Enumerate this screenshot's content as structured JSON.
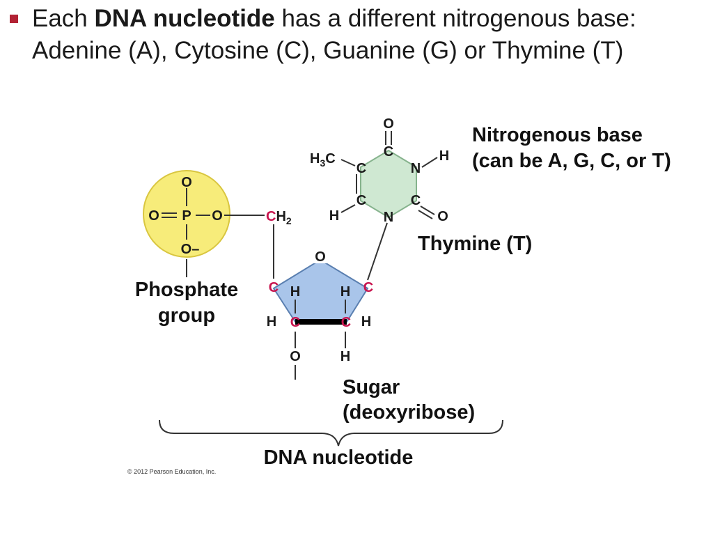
{
  "bullet": {
    "prefix": "Each ",
    "bold": "DNA nucleotide",
    "suffix": " has a different nitrogenous base: Adenine (A), Cytosine (C), Guanine (G) or Thymine (T)"
  },
  "labels": {
    "base_line1": "Nitrogenous base",
    "base_line2": "(can be A, G, C, or T)",
    "thymine": "Thymine (T)",
    "phosphate_line1": "Phosphate",
    "phosphate_line2": "group",
    "sugar_line1": "Sugar",
    "sugar_line2": "(deoxyribose)",
    "nucleotide": "DNA nucleotide",
    "copyright": "© 2012 Pearson Education, Inc."
  },
  "atoms": {
    "O": "O",
    "O_minus": "O–",
    "P": "P",
    "C": "C",
    "H": "H",
    "N": "N",
    "H3C_main": "H",
    "H3C_sub": "3",
    "H3C_tail": "C",
    "CH2_main": "H",
    "CH2_sub": "2"
  },
  "colors": {
    "phosphate_fill": "#f7ec7a",
    "phosphate_stroke": "#d9c640",
    "sugar_fill": "#a9c5ea",
    "sugar_stroke": "#5a7fb0",
    "base_fill": "#cfe8d2",
    "base_stroke": "#86b38d",
    "carbon_red": "#c8154f",
    "bullet_red": "#b22234"
  }
}
